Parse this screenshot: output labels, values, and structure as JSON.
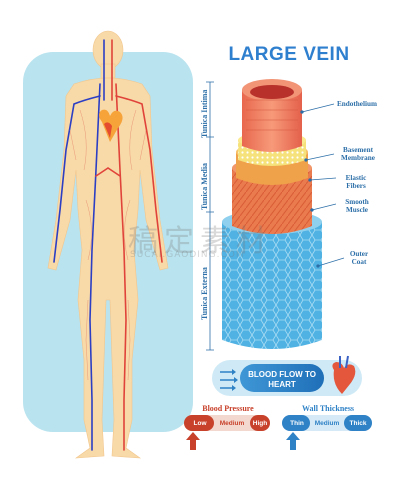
{
  "title": "LARGE VEIN",
  "layers": {
    "intima": "Tunica Intima",
    "media": "Tunica Media",
    "externa": "Tunica Externa"
  },
  "parts": {
    "endothelium": "Endothelium",
    "basement_membrane": "Basement Membrane",
    "elastic_fibers": "Elastic Fibers",
    "smooth_muscle": "Smooth Muscle",
    "outer_coat": "Outer Coat"
  },
  "blood_flow": "BLOOD FLOW TO HEART",
  "blood_pressure": {
    "title": "Blood Pressure",
    "items": [
      "Low",
      "Medium",
      "High"
    ],
    "selected": "Low"
  },
  "wall_thickness": {
    "title": "Wall Thickness",
    "items": [
      "Thin",
      "Medium",
      "Thick"
    ],
    "selected": "Thin"
  },
  "watermark": "稿定素材",
  "watermark_sub": "SUCAI.GAODING.COM",
  "colors": {
    "title_blue": "#2f7fcf",
    "panel_blue": "#b8e2ee",
    "body_skin": "#f8d9a8",
    "vein_blue": "#2c3fc4",
    "artery_red": "#e0433a",
    "red_scale": "#c8412b",
    "blue_scale": "#2f82c6"
  }
}
